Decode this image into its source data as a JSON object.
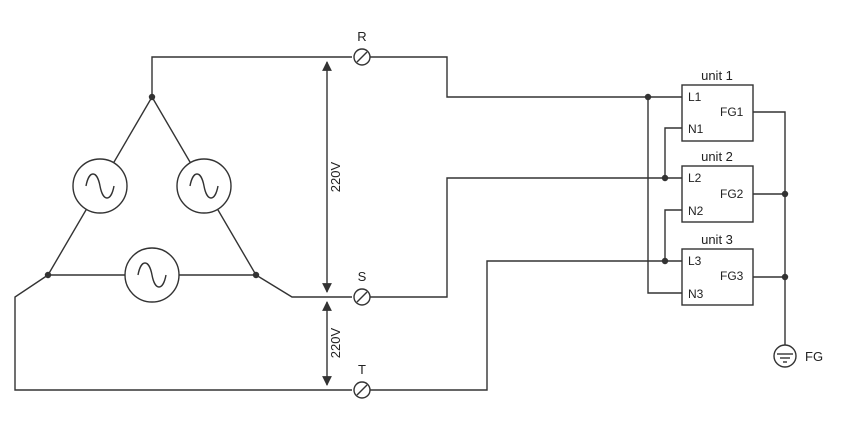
{
  "terminals": {
    "r": "R",
    "s": "S",
    "t": "T"
  },
  "voltages": {
    "rs": "220V",
    "st": "220V"
  },
  "units": [
    {
      "title": "unit 1",
      "live": "L1",
      "neutral": "N1",
      "ground": "FG1"
    },
    {
      "title": "unit 2",
      "live": "L2",
      "neutral": "N2",
      "ground": "FG2"
    },
    {
      "title": "unit 3",
      "live": "L3",
      "neutral": "N3",
      "ground": "FG3"
    }
  ],
  "ground": {
    "label": "FG"
  },
  "icons": {
    "source": "ac-source-icon",
    "terminal": "terminal-screw-icon",
    "ground": "ground-icon"
  },
  "colors": {
    "line": "#333333",
    "background": "#ffffff"
  }
}
